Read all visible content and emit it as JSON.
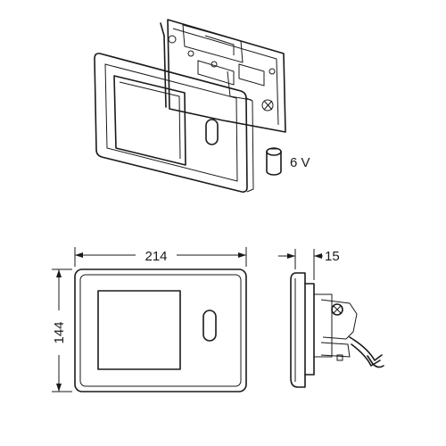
{
  "labels": {
    "battery_voltage": "6 V",
    "width_dimension": "214",
    "height_dimension": "144",
    "depth_dimension": "15"
  }
}
